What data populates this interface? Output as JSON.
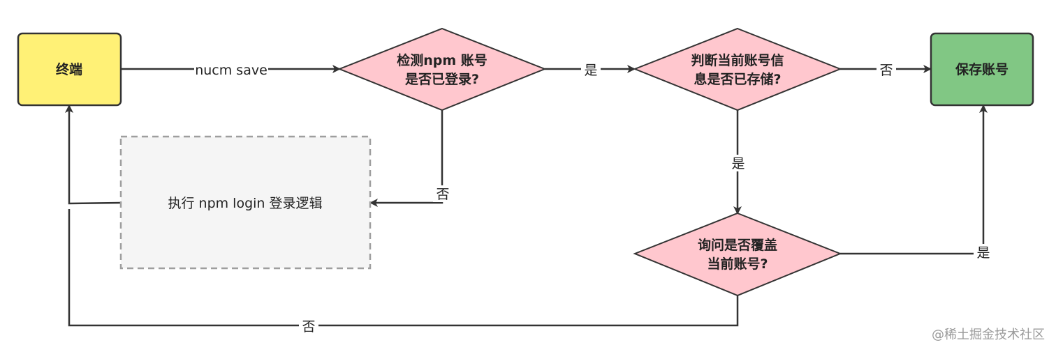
{
  "nodes": {
    "terminal": {
      "label": "终端",
      "fill": "#fff176",
      "stroke": "#333333"
    },
    "check_login": {
      "line1": "检测npm 账号",
      "line2": "是否已登录?",
      "fill": "#ffc7ce",
      "stroke": "#333333"
    },
    "check_stored": {
      "line1": "判断当前账号信",
      "line2": "息是否已存储?",
      "fill": "#ffc7ce",
      "stroke": "#333333"
    },
    "save_account": {
      "label": "保存账号",
      "fill": "#81c784",
      "stroke": "#333333"
    },
    "npm_login": {
      "label": "执行 npm login 登录逻辑",
      "fill": "#f5f5f5",
      "stroke": "#9e9e9e"
    },
    "ask_overwrite": {
      "line1": "询问是否覆盖",
      "line2": "当前账号?",
      "fill": "#ffc7ce",
      "stroke": "#333333"
    }
  },
  "edges": {
    "cmd": "nucm save",
    "login_yes": "是",
    "login_no": "否",
    "stored_no": "否",
    "stored_yes": "是",
    "overwrite_yes": "是",
    "overwrite_no": "否"
  },
  "watermark": "@稀土掘金技术社区"
}
